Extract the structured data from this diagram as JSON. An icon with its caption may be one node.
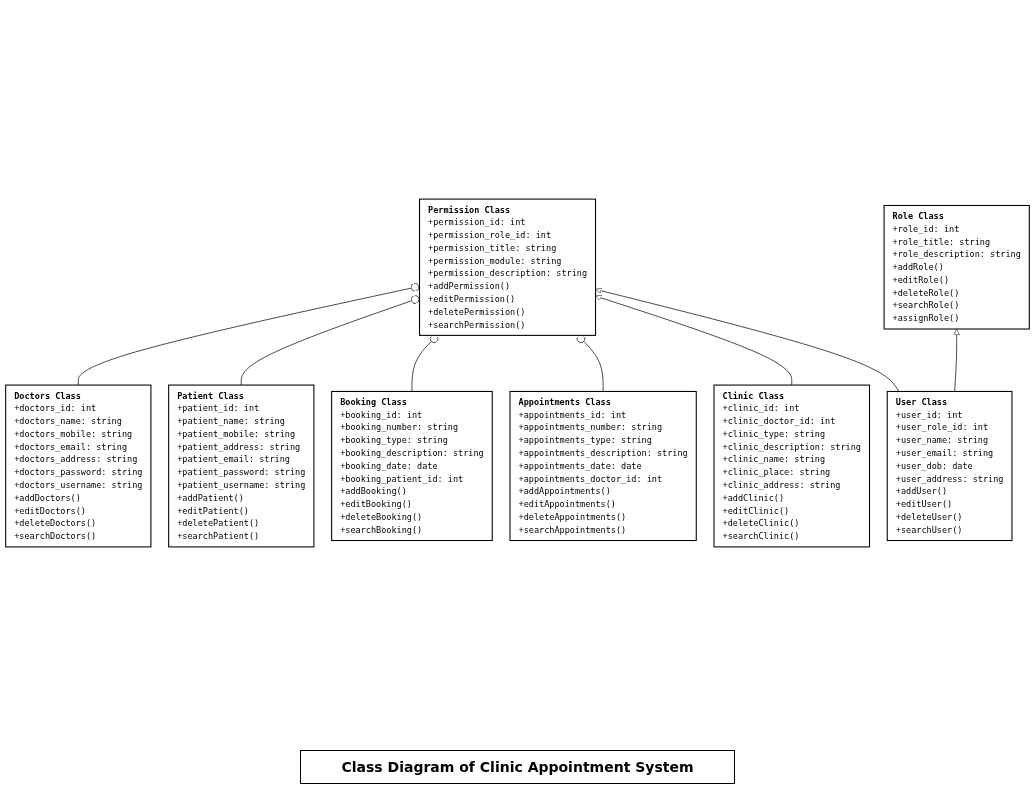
{
  "diagram": {
    "caption": "Class Diagram of Clinic Appointment System",
    "nodes": [
      {
        "text": [
          "Role Class",
          "+role_id: int",
          "+role_title: string",
          "+role_description: string",
          "+addRole()",
          "+editRole()",
          "+deleteRole()",
          "+searchRole()",
          "+assignRole()"
        ]
      },
      {
        "text": [
          "Permission Class",
          "+permission_id: int",
          "+permission_role_id: int",
          "+permission_title: string",
          "+permission_module: string",
          "+permission_description: string",
          "+addPermission()",
          "+editPermission()",
          "+deletePermission()",
          "+searchPermission()"
        ]
      },
      {
        "text": [
          "Appointments Class",
          "+appointments_id: int",
          "+appointments_number: string",
          "+appointments_type: string",
          "+appointments_description: string",
          "+appointments_date: date",
          "+appointments_doctor_id: int",
          "+addAppointments()",
          "+editAppointments()",
          "+deleteAppointments()",
          "+searchAppointments()"
        ]
      },
      {
        "text": [
          "User Class",
          "+user_id: int",
          "+user_role_id: int",
          "+user_name: string",
          "+user_email: string",
          "+user_dob: date",
          "+user_address: string",
          "+addUser()",
          "+editUser()",
          "+deleteUser()",
          "+searchUser()"
        ]
      },
      {
        "text": [
          "Booking Class",
          "+booking_id: int",
          "+booking_number: string",
          "+booking_type: string",
          "+booking_description: string",
          "+booking_date: date",
          "+booking_patient_id: int",
          "+addBooking()",
          "+editBooking()",
          "+deleteBooking()",
          "+searchBooking()"
        ]
      },
      {
        "text": [
          "Patient Class",
          "+patient_id: int",
          "+patient_name: string",
          "+patient_mobile: string",
          "+patient_address: string",
          "+patient_email: string",
          "+patient_password: string",
          "+patient_username: string",
          "+addPatient()",
          "+editPatient()",
          "+deletePatient()",
          "+searchPatient()"
        ]
      },
      {
        "text": [
          "Clinic Class",
          "+clinic_id: int",
          "+clinic_doctor_id: int",
          "+clinic_type: string",
          "+clinic_description: string",
          "+clinic_name: string",
          "+clinic_place: string",
          "+clinic_address: string",
          "+addClinic()",
          "+editClinic()",
          "+deleteClinic()",
          "+searchClinic()"
        ]
      },
      {
        "text": [
          "Doctors Class",
          "+doctors_id: int",
          "+doctors_name: string",
          "+doctors_mobile: string",
          "+doctors_email: string",
          "+doctors_address: string",
          "+doctors_password: string",
          "+doctors_username: string",
          "+addDoctors()",
          "+editDoctors()",
          "+deleteDoctors()",
          "+searchDoctors()"
        ]
      }
    ],
    "edges": [
      {
        "from": 3,
        "to": 0,
        "arrow": "to"
      },
      {
        "from": 3,
        "to": 1,
        "arrow": "to"
      },
      {
        "from": 6,
        "to": 1,
        "arrow": "to"
      },
      {
        "from": 2,
        "to": 1,
        "arrow": "other"
      },
      {
        "from": 4,
        "to": 1,
        "arrow": "other"
      },
      {
        "from": 5,
        "to": 1,
        "arrow": "other"
      },
      {
        "from": 7,
        "to": 1,
        "arrow": "other"
      }
    ]
  }
}
